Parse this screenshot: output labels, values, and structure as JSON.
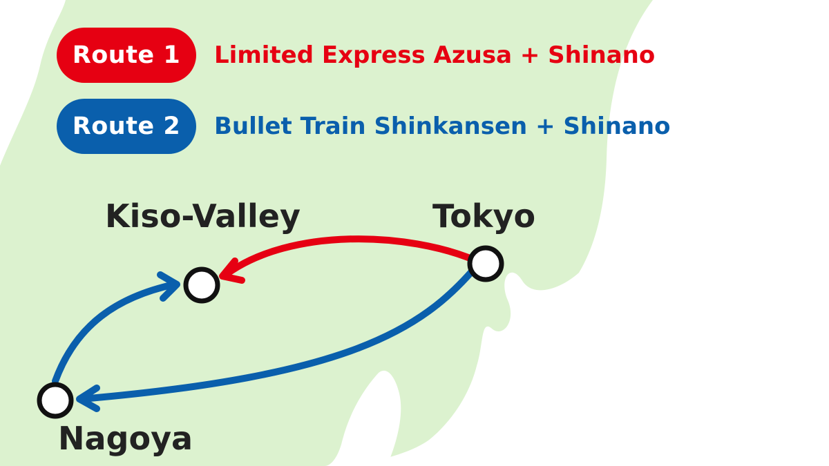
{
  "legend": [
    {
      "badge": "Route 1",
      "description": "Limited Express Azusa + Shinano",
      "color": "#e60012"
    },
    {
      "badge": "Route 2",
      "description": "Bullet Train Shinkansen + Shinano",
      "color": "#0a5fac"
    }
  ],
  "stations": {
    "kiso_valley": "Kiso-Valley",
    "tokyo": "Tokyo",
    "nagoya": "Nagoya"
  },
  "colors": {
    "land": "#dcf2cf",
    "sea": "#ffffff",
    "route_1": "#e60012",
    "route_2": "#0a5fac",
    "station_outline": "#111111",
    "station_fill": "#ffffff",
    "label": "#222222"
  }
}
